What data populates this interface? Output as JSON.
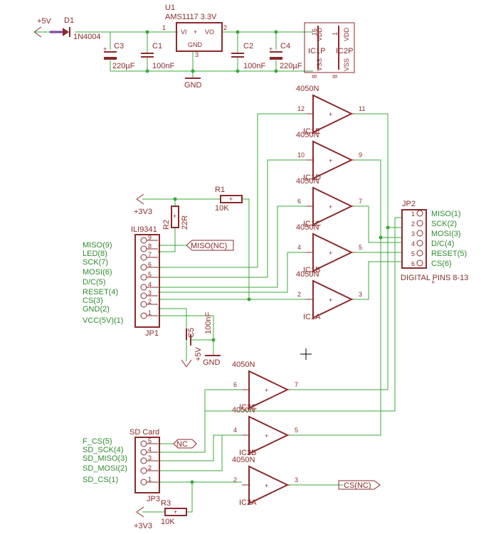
{
  "power": {
    "plus5v": "+5V",
    "d1": "D1",
    "d1_val": "1N4004",
    "u1": "U1",
    "u1_val": "AMS1117 3.3V",
    "vi": "VI",
    "vo": "VO",
    "gnd_pin": "GND",
    "p1": "1",
    "p2": "2",
    "p3": "3",
    "gnd": "GND",
    "c3": "C3",
    "c3_val": "220µF",
    "c1": "C1",
    "c1_val": "100nF",
    "c2": "C2",
    "c2_val": "100nF",
    "c4": "C4",
    "c4_val": "220µF",
    "ic1p": "IC1P",
    "ic2p": "IC2P",
    "vdd": "VDD",
    "vss": "VSS",
    "p16": "16",
    "p8": "8",
    "p1b": "1",
    "p8b": "8"
  },
  "buffers": [
    {
      "type": "4050N",
      "name": "IC1E",
      "in": "12",
      "out": "11"
    },
    {
      "type": "4050N",
      "name": "IC1D",
      "in": "10",
      "out": "9"
    },
    {
      "type": "4050N",
      "name": "IC1C",
      "in": "6",
      "out": "7"
    },
    {
      "type": "4050N",
      "name": "IC1B",
      "in": "4",
      "out": "5"
    },
    {
      "type": "4050N",
      "name": "IC1A",
      "in": "2",
      "out": "3"
    },
    {
      "type": "4050N",
      "name": "IC2C",
      "in": "6",
      "out": "7"
    },
    {
      "type": "4050N",
      "name": "IC2B",
      "in": "4",
      "out": "5"
    },
    {
      "type": "4050N",
      "name": "IC2A",
      "in": "2",
      "out": "3"
    }
  ],
  "jp1": {
    "name": "ILI9341",
    "ref": "JP1",
    "pins": [
      "9",
      "8",
      "7",
      "6",
      "5",
      "4",
      "3",
      "2",
      "1"
    ],
    "labels": [
      "MISO(9)",
      "LED(8)",
      "SCK(7)",
      "MOSI(6)",
      "D/C(5)",
      "RESET(4)",
      "CS(3)",
      "GND(2)",
      "VCC(5V)(1)"
    ]
  },
  "jp2": {
    "ref": "JP2",
    "caption": "DIGITAL PINS 8-13",
    "pins": [
      "1",
      "2",
      "3",
      "4",
      "5",
      "6"
    ],
    "labels": [
      "MISO(1)",
      "SCK(2)",
      "MOSI(3)",
      "D/C(4)",
      "RESET(5)",
      "CS(6)"
    ]
  },
  "jp3": {
    "name": "SD Card",
    "ref": "JP3",
    "pins": [
      "5",
      "4",
      "3",
      "2",
      "1"
    ],
    "labels": [
      "F_CS(5)",
      "SD_SCK(4)",
      "SD_MISO(3)",
      "SD_MOSI(2)",
      "SD_CS(1)"
    ]
  },
  "r1": {
    "ref": "R1",
    "val": "10K"
  },
  "r2": {
    "ref": "R2",
    "val": "22R"
  },
  "r3": {
    "ref": "R3",
    "val": "10K"
  },
  "c5": {
    "ref": "C5",
    "val": "100nF"
  },
  "rails": {
    "v33a": "+3V3",
    "v33b": "+3V3",
    "v5": "+5V",
    "gnd2": "GND"
  },
  "nets": {
    "miso_nc": "MISO(NC)",
    "nc": "NC",
    "cs_nc": "CS(NC)"
  }
}
